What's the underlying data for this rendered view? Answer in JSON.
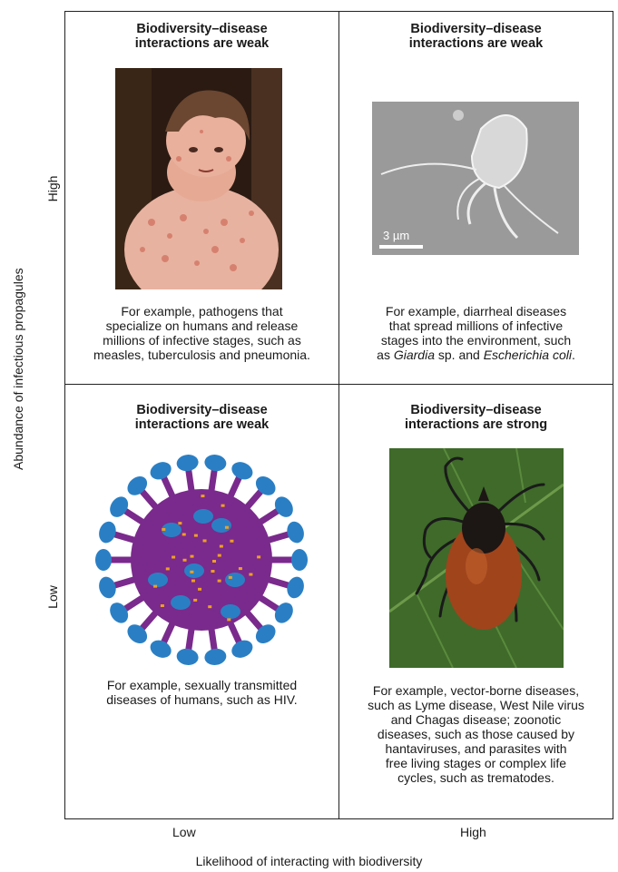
{
  "axes": {
    "y_title": "Abundance of infectious propagules",
    "y_high": "High",
    "y_low": "Low",
    "x_title": "Likelihood of interacting with biodiversity",
    "x_low": "Low",
    "x_high": "High"
  },
  "cells": {
    "top_left": {
      "title_lines": [
        "Biodiversity–disease",
        "interactions are weak"
      ],
      "text_lines": [
        "For example, pathogens that",
        "specialize on humans and release",
        "millions of infective stages, such as",
        "measles, tuberculosis and pneumonia."
      ],
      "image": "child-with-measles-rash-photo"
    },
    "top_right": {
      "title_lines": [
        "Biodiversity–disease",
        "interactions are weak"
      ],
      "text_lines": [
        "For example, diarrheal diseases",
        "that spread millions of infective",
        "stages into the environment, such"
      ],
      "text_last": {
        "pre": "as ",
        "italic1": "Giardia",
        "mid": " sp. and ",
        "italic2": "Escherichia coli",
        "post": "."
      },
      "image": "giardia-micrograph",
      "scale_bar_label": "3 µm"
    },
    "bottom_left": {
      "title_lines": [
        "Biodiversity–disease",
        "interactions are weak"
      ],
      "text_lines": [
        "For example, sexually transmitted",
        "diseases of humans, such as HIV."
      ],
      "image": "virus-illustration"
    },
    "bottom_right": {
      "title_lines": [
        "Biodiversity–disease",
        "interactions are strong"
      ],
      "text_lines": [
        "For example, vector-borne diseases,",
        "such as Lyme disease, West Nile virus",
        "and Chagas disease; zoonotic",
        "diseases, such as those caused by",
        "hantaviruses, and parasites with",
        "free living stages or complex life",
        "cycles, such as trematodes."
      ],
      "image": "tick-on-leaf-photo"
    }
  },
  "colors": {
    "virus_body": "#7a2a8c",
    "virus_spike_tip": "#2a7fc4",
    "virus_dots": "#f0a020",
    "tick_abdomen": "#a0441c",
    "leaf": "#3f6a2a",
    "micrograph_bg": "#9a9a9a"
  }
}
